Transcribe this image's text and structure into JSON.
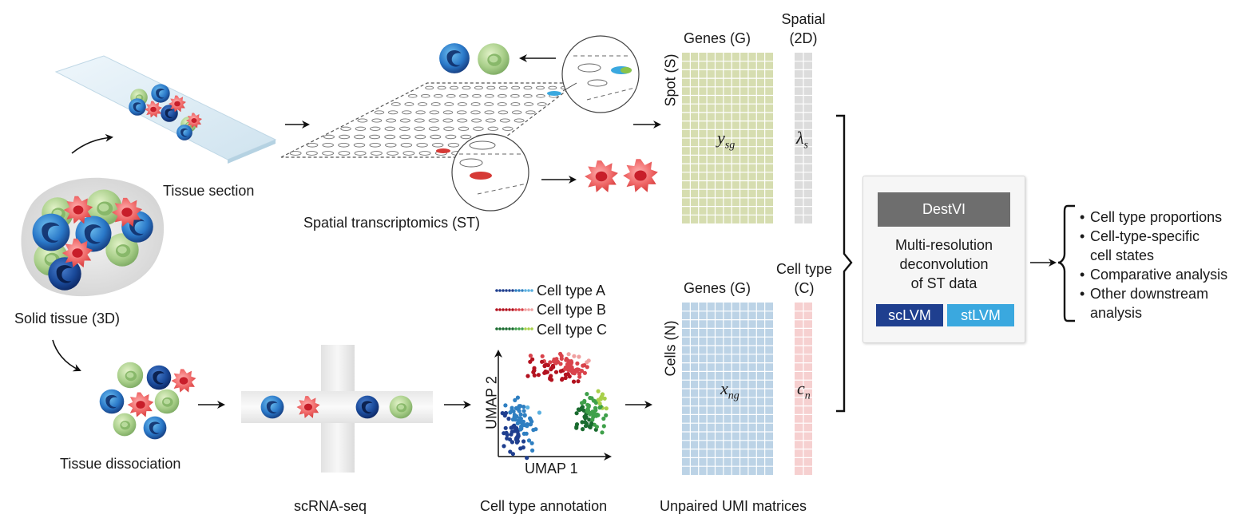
{
  "labels": {
    "tissue_section": "Tissue section",
    "solid_tissue": "Solid tissue (3D)",
    "tissue_dissociation": "Tissue dissociation",
    "spatial_transcriptomics": "Spatial transcriptomics (ST)",
    "scrnaseq": "scRNA-seq",
    "cell_type_annotation": "Cell type annotation",
    "unpaired_umi": "Unpaired UMI matrices"
  },
  "legend": [
    {
      "label": "Cell type A",
      "colors": [
        "#1f3f8f",
        "#2f7fc1",
        "#5ab0e0"
      ]
    },
    {
      "label": "Cell type B",
      "colors": [
        "#b3121f",
        "#d9434b",
        "#f0a0a0"
      ]
    },
    {
      "label": "Cell type C",
      "colors": [
        "#1a6b2f",
        "#3fa04a",
        "#a8d04a"
      ]
    }
  ],
  "umap": {
    "xlabel": "UMAP 1",
    "ylabel": "UMAP 2"
  },
  "st_matrix": {
    "genes_label": "Genes (G)",
    "spot_label": "Spot (S)",
    "symbol": "y",
    "subscript": "sg",
    "color": "#d6ddb0",
    "spatial_label_line1": "Spatial",
    "spatial_label_line2": "(2D)",
    "spatial_symbol": "λ",
    "spatial_subscript": "s",
    "spatial_color": "#dcdcdc"
  },
  "sc_matrix": {
    "genes_label": "Genes (G)",
    "cells_label": "Cells (N)",
    "symbol": "x",
    "subscript": "ng",
    "color": "#bcd3e6",
    "celltype_label_line1": "Cell type",
    "celltype_label_line2": "(C)",
    "celltype_symbol": "c",
    "celltype_subscript": "n",
    "celltype_color": "#f6d0d0"
  },
  "destvi": {
    "title": "DestVI",
    "desc_line1": "Multi-resolution",
    "desc_line2": "deconvolution",
    "desc_line3": "of ST data",
    "sclvm": "scLVM",
    "stlvm": "stLVM",
    "sclvm_color": "#1f3f8f",
    "stlvm_color": "#3aa8df"
  },
  "outputs": [
    {
      "lines": [
        "Cell type proportions"
      ]
    },
    {
      "lines": [
        "Cell-type-specific",
        "cell states"
      ]
    },
    {
      "lines": [
        "Comparative analysis"
      ]
    },
    {
      "lines": [
        "Other downstream",
        "analysis"
      ]
    }
  ],
  "cell_colors": {
    "blue_dark": "#1f4f9f",
    "blue_light": "#3f9fe0",
    "green": "#a9cf8a",
    "red": "#e84c4c"
  }
}
